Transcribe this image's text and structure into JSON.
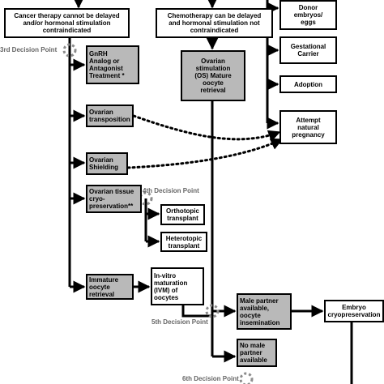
{
  "nodes": {
    "therapy_cannot_delay": "Cancer therapy cannot be delayed\nand/or hormonal stimulation\ncontraindicated",
    "therapy_can_delay": "Chemotherapy can be delayed\nand hormonal stimulation not\ncontraindicated",
    "donor": "Donor\nembryos/\neggs",
    "gestational_carrier": "Gestational\nCarrier",
    "adoption": "Adoption",
    "attempt_natural_pregnancy": "Attempt\nnatural\npregnancy",
    "gnrh": "GnRH\nAnalog or\nAntagonist\nTreatment *",
    "ovarian_stimulation": "Ovarian\nstimulation\n(OS) Mature\noocyte\nretrieval",
    "ovarian_transposition": "Ovarian\ntransposition",
    "ovarian_shielding": "Ovarian\nShielding",
    "ovarian_tissue": "Ovarian tissue\ncryo-\npreservation**",
    "orthotopic": "Orthotopic\ntransplant",
    "heterotopic": "Heterotopic\ntransplant",
    "immature_oocyte": "Immature\noocyte\nretrieval",
    "ivm": "In-vitro\nmaturation\n(IVM) of\noocytes",
    "male_partner": "Male partner\navailable,\noocyte\ninsemination",
    "embryo_cryo": "Embryo\ncryopreservation",
    "no_male_partner": "No male\npartner\navailable"
  },
  "decision_points": {
    "dp3": "3rd Decision Point",
    "dp4": "4th Decision Point",
    "dp5": "5th Decision Point",
    "dp6": "6th Decision Point"
  },
  "colors": {
    "shaded_box": "#b9b9b9",
    "decision_marker": "#8c8c8c"
  }
}
